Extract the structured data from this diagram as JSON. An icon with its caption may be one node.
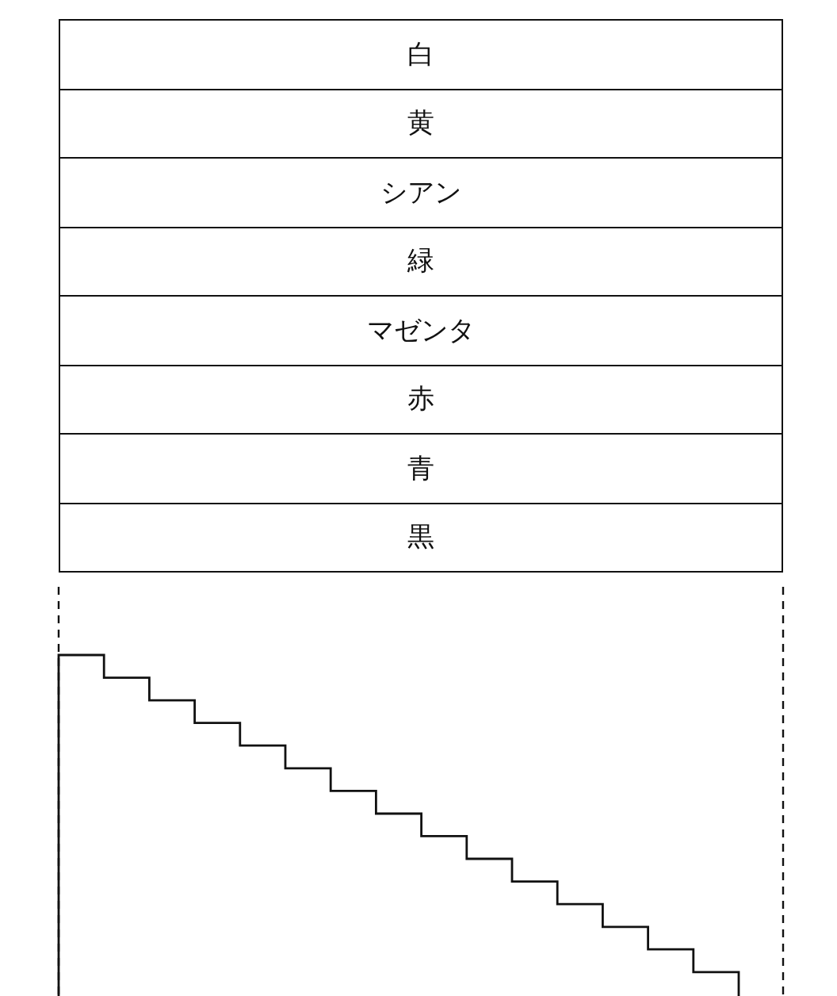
{
  "diagram": {
    "nodes": [
      {
        "text": [
          "白"
        ]
      },
      {
        "text": [
          "黄"
        ]
      },
      {
        "text": [
          "シアン"
        ]
      },
      {
        "text": [
          "緑"
        ]
      },
      {
        "text": [
          "マゼンタ"
        ]
      },
      {
        "text": [
          "赤"
        ]
      },
      {
        "text": [
          "青"
        ]
      },
      {
        "text": [
          "黒"
        ]
      }
    ]
  }
}
